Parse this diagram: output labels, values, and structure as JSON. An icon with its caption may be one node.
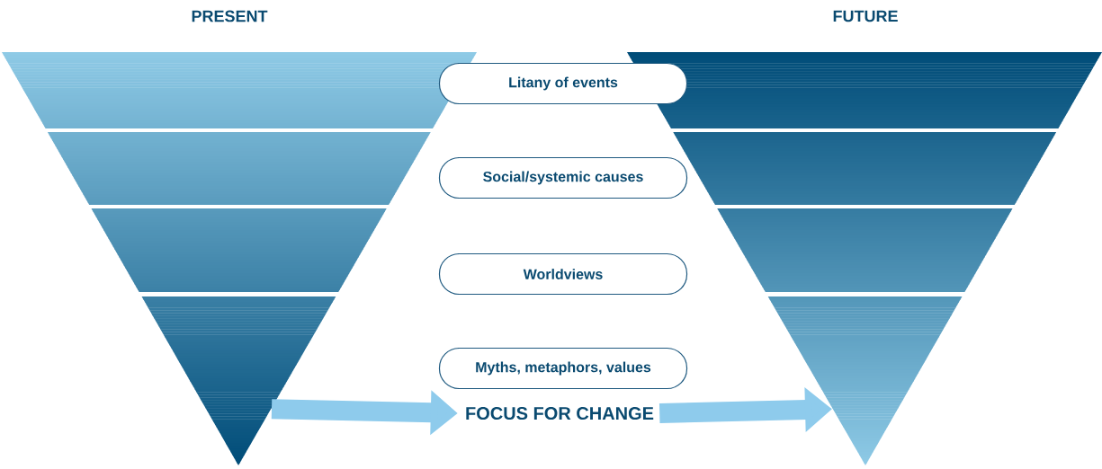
{
  "diagram": {
    "nodes": [
      {
        "text": [
          "PRESENT"
        ]
      },
      {
        "text": [
          "FUTURE"
        ]
      },
      {
        "text": [
          "Litany of events"
        ]
      },
      {
        "text": [
          "Social/systemic causes"
        ]
      },
      {
        "text": [
          "Worldviews"
        ]
      },
      {
        "text": [
          "Myths, metaphors, values"
        ]
      },
      {
        "text": [
          "FOCUS FOR CHANGE"
        ]
      }
    ],
    "edges": [
      {
        "from": 0,
        "to": 6,
        "arrow": "to",
        "color": "#8ecbec"
      },
      {
        "from": 6,
        "to": 1,
        "arrow": "to",
        "color": "#8ecbec"
      }
    ]
  }
}
